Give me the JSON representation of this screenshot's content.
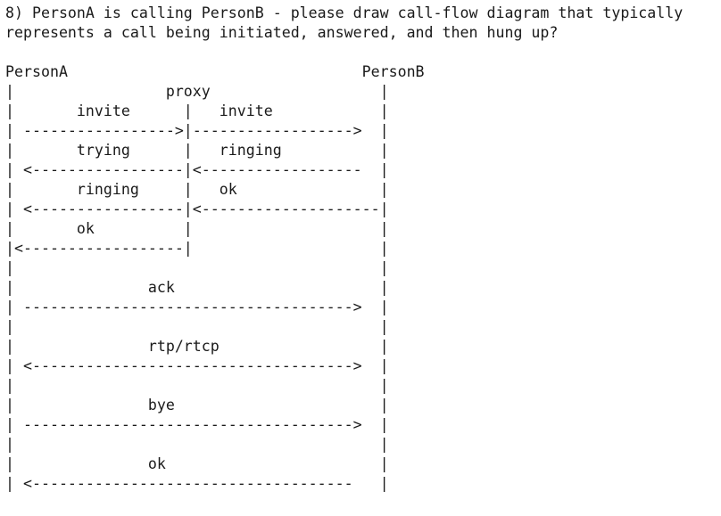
{
  "question": {
    "line1": "8) PersonA is calling PersonB - please draw call-flow diagram that typically",
    "line2": "represents a call being initiated, answered, and then hung up?"
  },
  "diagram": {
    "lines": [
      "",
      "PersonA                                 PersonB",
      "|                 proxy                   |",
      "|       invite      |   invite            |",
      "| ----------------->|------------------>  |",
      "|       trying      |   ringing           |",
      "| <-----------------|<------------------  |",
      "|       ringing     |   ok                |",
      "| <-----------------|<--------------------|",
      "|       ok          |                     |",
      "|<------------------|                     |",
      "|                                         |",
      "|               ack                       |",
      "| ------------------------------------->  |",
      "|                                         |",
      "|               rtp/rtcp                  |",
      "| <------------------------------------>  |",
      "|                                         |",
      "|               bye                       |",
      "| ------------------------------------->  |",
      "|                                         |",
      "|               ok                        |",
      "| <------------------------------------   |"
    ]
  }
}
